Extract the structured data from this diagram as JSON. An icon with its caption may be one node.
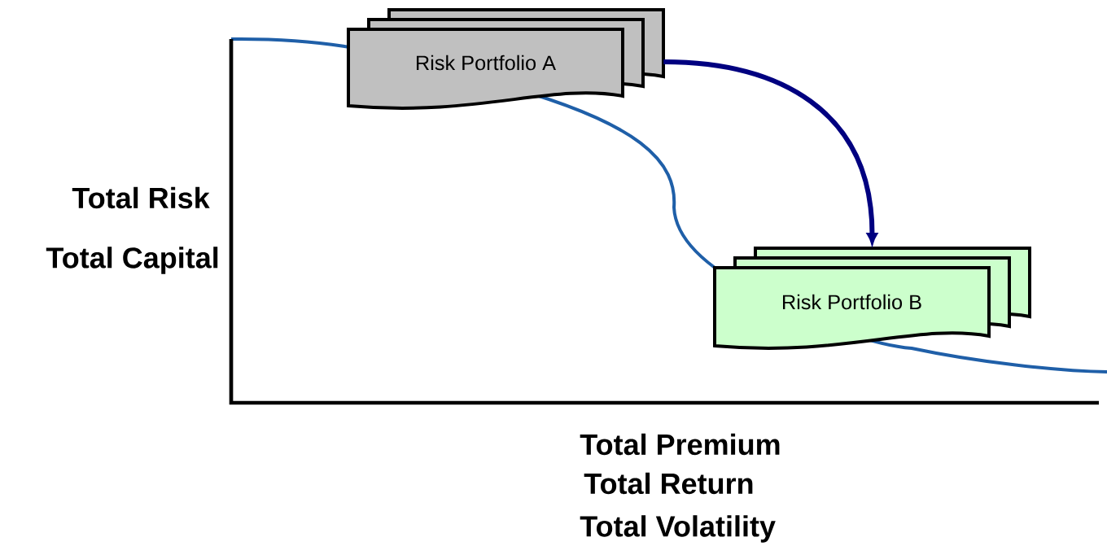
{
  "diagram": {
    "nodes": [
      {
        "text": [
          "Risk Portfolio A"
        ]
      },
      {
        "text": [
          "Risk Portfolio B"
        ]
      }
    ],
    "edges": [
      {
        "from": 0,
        "to": 1,
        "arrow": "to"
      }
    ],
    "labels": [
      "Total Risk",
      "Total Capital",
      "Total Premium",
      "Total Return",
      "Total Volatility"
    ]
  }
}
